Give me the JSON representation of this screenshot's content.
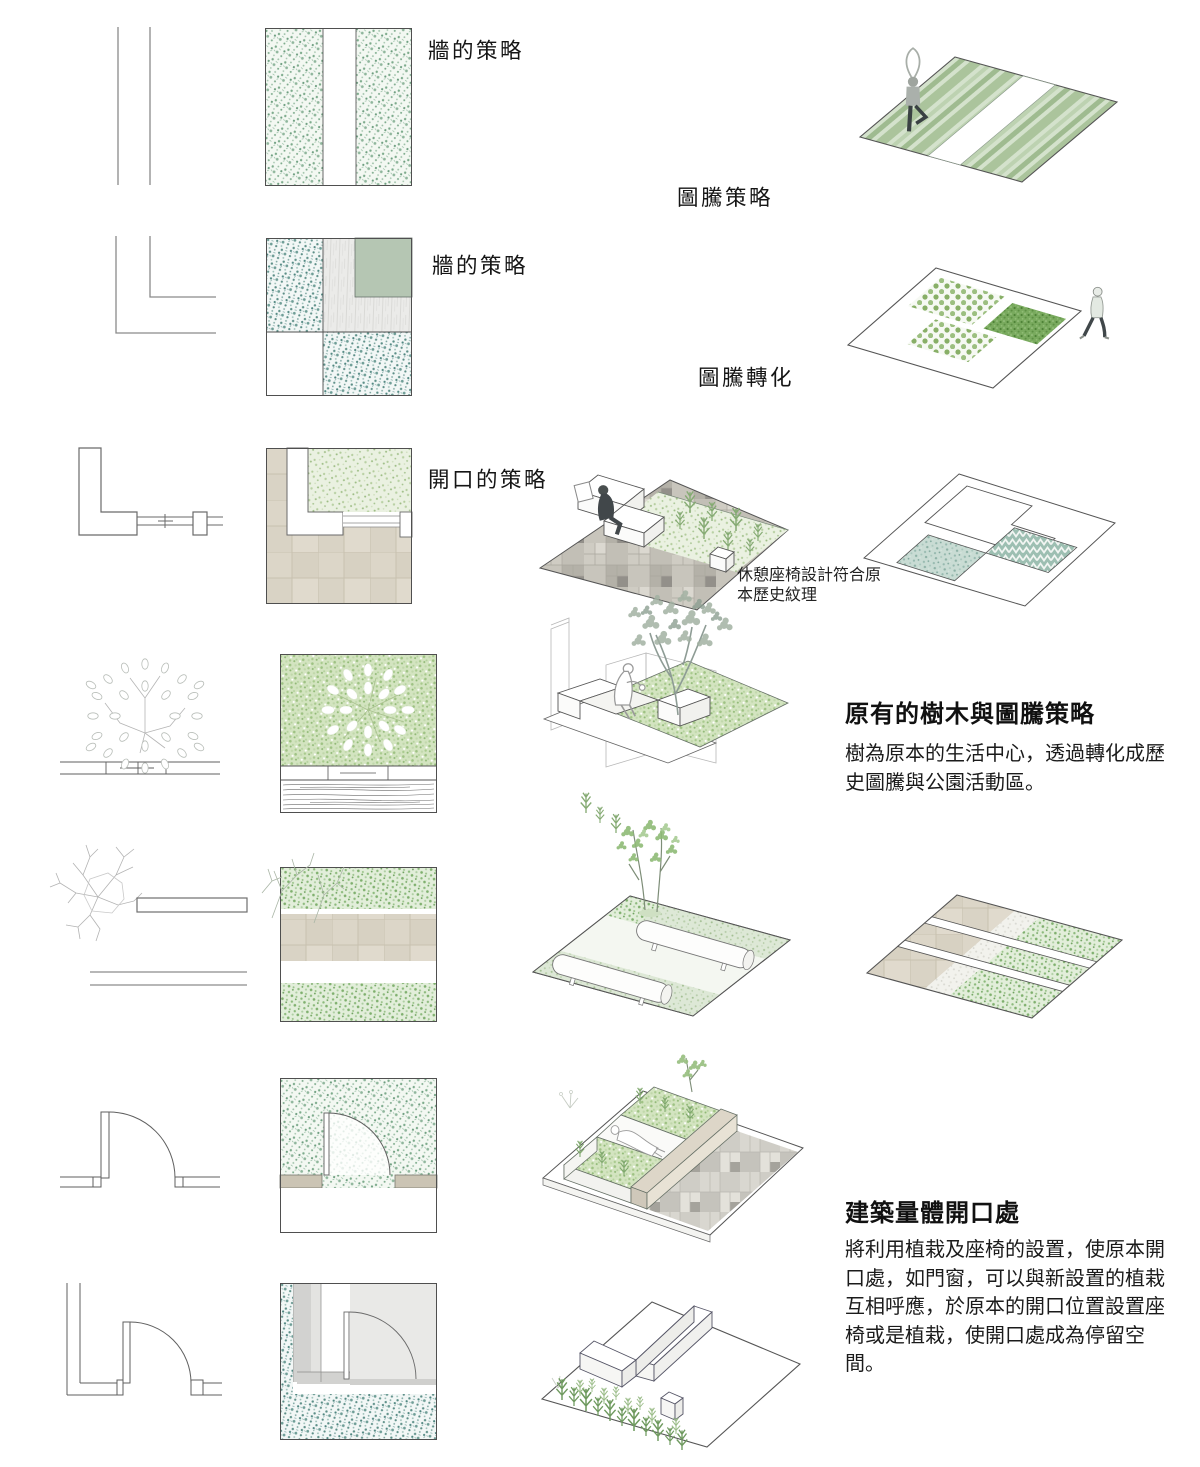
{
  "r1": {
    "wall_label": "牆的策略",
    "pattern_label": "圖騰策略"
  },
  "r2": {
    "wall_label": "牆的策略",
    "pattern_label": "圖騰轉化"
  },
  "r3": {
    "opening_label": "開口的策略",
    "bench_caption": "休憩座椅設計符合原\n本歷史紋理"
  },
  "r4": {
    "heading": "原有的樹木與圖騰策略",
    "body": "樹為原本的生活中心，透過轉化成歷史圖騰與公園活動區。"
  },
  "r6": {
    "heading": "建築量體開口處",
    "body": "將利用植栽及座椅的設置，使原本開口處，如門窗，可以與新設置的植栽互相呼應，於原本的開口位置設置座椅或是植栽，使開口處成為停留空間。"
  },
  "colors": {
    "speckle_green": "#7dab8c",
    "speckle_teal": "#5d8f88",
    "sage_solid": "#b5c6b3",
    "light_green": "#a8ca8d",
    "lawn_green": "#79aa5e",
    "paving_beige": "#dcd6c8",
    "paving_gray": "#c2bfb6",
    "line_dark": "#4f4f4f"
  }
}
